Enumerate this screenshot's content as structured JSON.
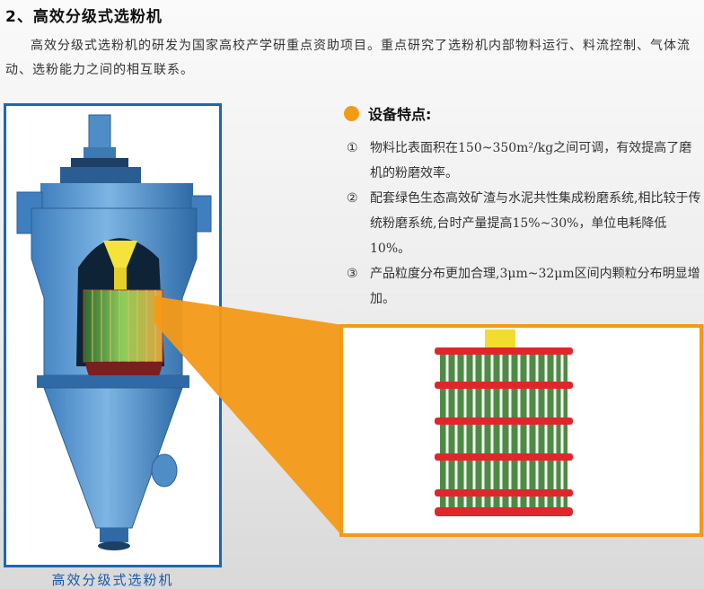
{
  "section": {
    "heading": "2、高效分级式选粉机",
    "intro": "高效分级式选粉机的研发为国家高校产学研重点资助项目。重点研究了选粉机内部物料运行、料流控制、气体流动、选粉能力之间的相互联系。"
  },
  "photo": {
    "caption": "高效分级式选粉机"
  },
  "features": {
    "title": "设备特点:",
    "items": [
      {
        "num": "①",
        "text": "物料比表面积在150~350m²/kg之间可调，有效提高了磨机的粉磨效率。"
      },
      {
        "num": "②",
        "text": "配套绿色生态高效矿渣与水泥共性集成粉磨系统,相比较于传统粉磨系统,台时产量提高15%~30%，单位电耗降低10%。"
      },
      {
        "num": "③",
        "text": "产品粒度分布更加合理,3μm~32μm区间内颗粒分布明显增加。"
      }
    ]
  },
  "colors": {
    "accent": "#f39a17",
    "frame_blue": "#1a67b8",
    "caption_blue": "#1a5aa8",
    "machine_blue": "#5b9bd1",
    "cage_red": "#e0262b",
    "cage_green": "#3f7d3b"
  }
}
